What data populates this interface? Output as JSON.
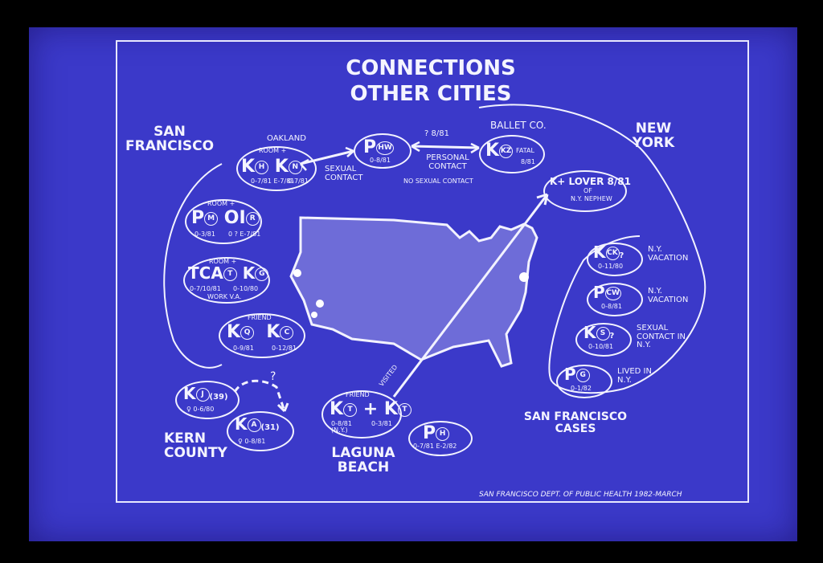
{
  "title_line1": "CONNECTIONS",
  "title_line2": "OTHER CITIES",
  "regions": {
    "sf": "SAN FRANCISCO",
    "ny": "NEW YORK",
    "kern": "KERN COUNTY",
    "laguna": "LAGUNA BEACH",
    "sfcases": "SAN FRANCISCO CASES"
  },
  "credit": "SAN FRANCISCO DEPT. OF PUBLIC HEALTH 1982-MARCH",
  "annotations": {
    "oakland": "OAKLAND",
    "room1": "ROOM +",
    "sexual_contact": "SEXUAL CONTACT",
    "q_date": "? 8/81",
    "personal": "PERSONAL CONTACT",
    "no_sexual": "NO SEXUAL CONTACT",
    "ballet": "BALLET CO.",
    "visited": "VISITED",
    "question": "?"
  },
  "nodes": {
    "kh_kn": {
      "a": "K",
      "ac": "H",
      "b": "K",
      "bc": "N",
      "top": "ROOM +",
      "d1": "0-7/81 E-7/81",
      "d2": "0-7/81"
    },
    "phw": {
      "a": "P",
      "ac": "HW",
      "d1": "0-8/81"
    },
    "kkz": {
      "a": "K",
      "ac": "Kz",
      "d1": "FATAL",
      "d2": "8/81"
    },
    "klover": {
      "a": "K+ LOVER 8/81",
      "d1": "OF",
      "d2": "N.Y. NEPHEW"
    },
    "pm_oi": {
      "top": "ROOM +",
      "a": "P",
      "ac": "M",
      "b": "OI",
      "bc": "R",
      "d1": "0-3/81",
      "d2": "0 ? E-7/81"
    },
    "tca_kg": {
      "top": "ROOM +",
      "a": "Tca",
      "ac": "T",
      "b": "K",
      "bc": "G",
      "d1": "0-7/10/81",
      "d2": "0-10/80",
      "d3": "WORK V.A."
    },
    "kq_kc": {
      "top": "FRIEND",
      "a": "K",
      "ac": "Q",
      "b": "K",
      "bc": "C",
      "d1": "0-9/81",
      "d2": "0-12/81"
    },
    "kj": {
      "a": "K",
      "ac": "J",
      "extra": "(39)",
      "d1": "♀ 0-6/80"
    },
    "ka": {
      "a": "K",
      "ac": "A",
      "extra": "(31)",
      "d1": "♀ 0-8/81"
    },
    "kt_kt": {
      "top": "FRIEND",
      "a": "K",
      "ac": "T",
      "b": "K",
      "bc": "T",
      "d1": "0-8/81 (N.Y.)",
      "d2": "0-3/81"
    },
    "ph": {
      "a": "P",
      "ac": "H",
      "d1": "0-7/81 E-2/82"
    },
    "kck": {
      "a": "K",
      "ac": "Ck",
      "q": "?",
      "d1": "0-11/80",
      "note": "N.Y. VACATION"
    },
    "pcw": {
      "a": "P",
      "ac": "Cw",
      "d1": "0-8/81",
      "note": "N.Y. VACATION"
    },
    "ks": {
      "a": "K",
      "ac": "S",
      "q": "?",
      "d1": "0-10/81",
      "note": "SEXUAL CONTACT IN N.Y."
    },
    "pg": {
      "a": "P",
      "ac": "G",
      "d1": "0-1/82",
      "note": "LIVED IN N.Y."
    }
  },
  "colors": {
    "background": "#3b39c9",
    "ink": "#f2f2ff"
  }
}
